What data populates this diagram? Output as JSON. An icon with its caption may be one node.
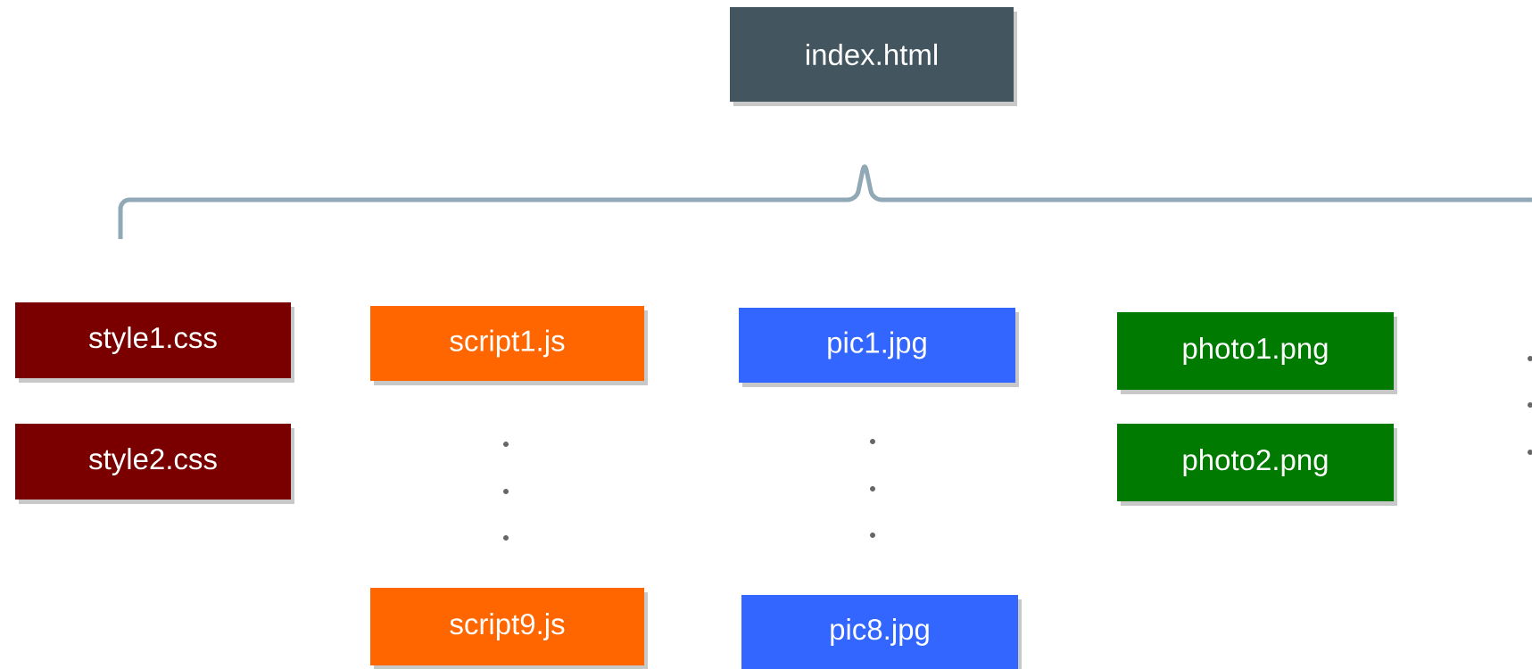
{
  "diagram": {
    "nodes": [
      {
        "text": [
          "index.html"
        ]
      },
      {
        "text": [
          "style1.css"
        ]
      },
      {
        "text": [
          "script1.js"
        ]
      },
      {
        "text": [
          "pic1.jpg"
        ]
      },
      {
        "text": [
          "photo1.png"
        ]
      },
      {
        "text": [
          "style2.css"
        ]
      },
      {
        "text": [
          "photo2.png"
        ]
      },
      {
        "text": [
          "script9.js"
        ]
      },
      {
        "text": [
          "pic8.jpg"
        ]
      }
    ]
  }
}
